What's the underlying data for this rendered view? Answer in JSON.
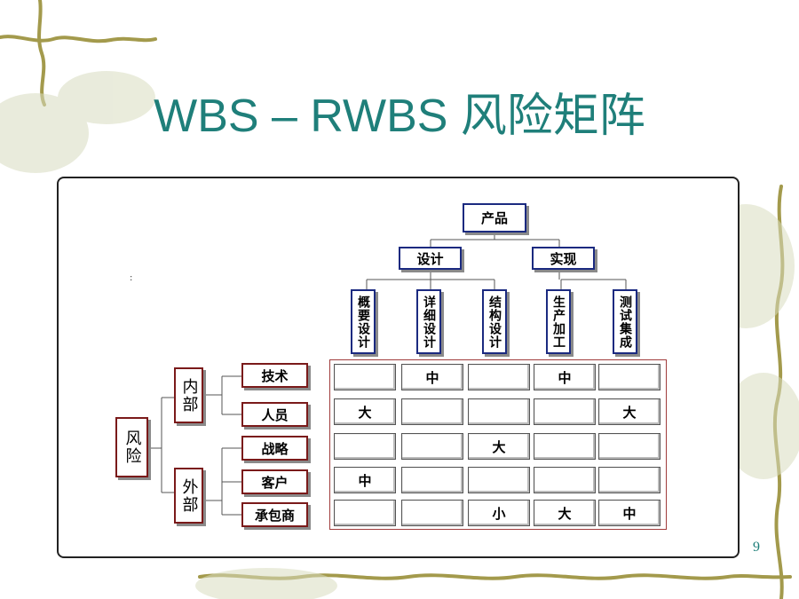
{
  "title": "WBS – RWBS 风险矩阵",
  "page_number": "9",
  "product_tree": {
    "root": "产品",
    "branches": [
      "设计",
      "实现"
    ],
    "leaves": [
      "概要设计",
      "详细设计",
      "结构设计",
      "生产加工",
      "测试集成"
    ]
  },
  "risk_tree": {
    "root": "风险",
    "branches": [
      "内部",
      "外部"
    ],
    "leaves": [
      "技术",
      "人员",
      "战略",
      "客户",
      "承包商"
    ]
  },
  "matrix": [
    [
      "",
      "中",
      "",
      "中",
      ""
    ],
    [
      "大",
      "",
      "",
      "",
      "大"
    ],
    [
      "",
      "",
      "大",
      "",
      ""
    ],
    [
      "中",
      "",
      "",
      "",
      ""
    ],
    [
      "",
      "",
      "小",
      "大",
      "中"
    ]
  ],
  "colors": {
    "title": "#1f7f7a",
    "product_border": "#1b2a80",
    "risk_border": "#7a1a1a",
    "decoration_vine": "#a39a4c"
  }
}
